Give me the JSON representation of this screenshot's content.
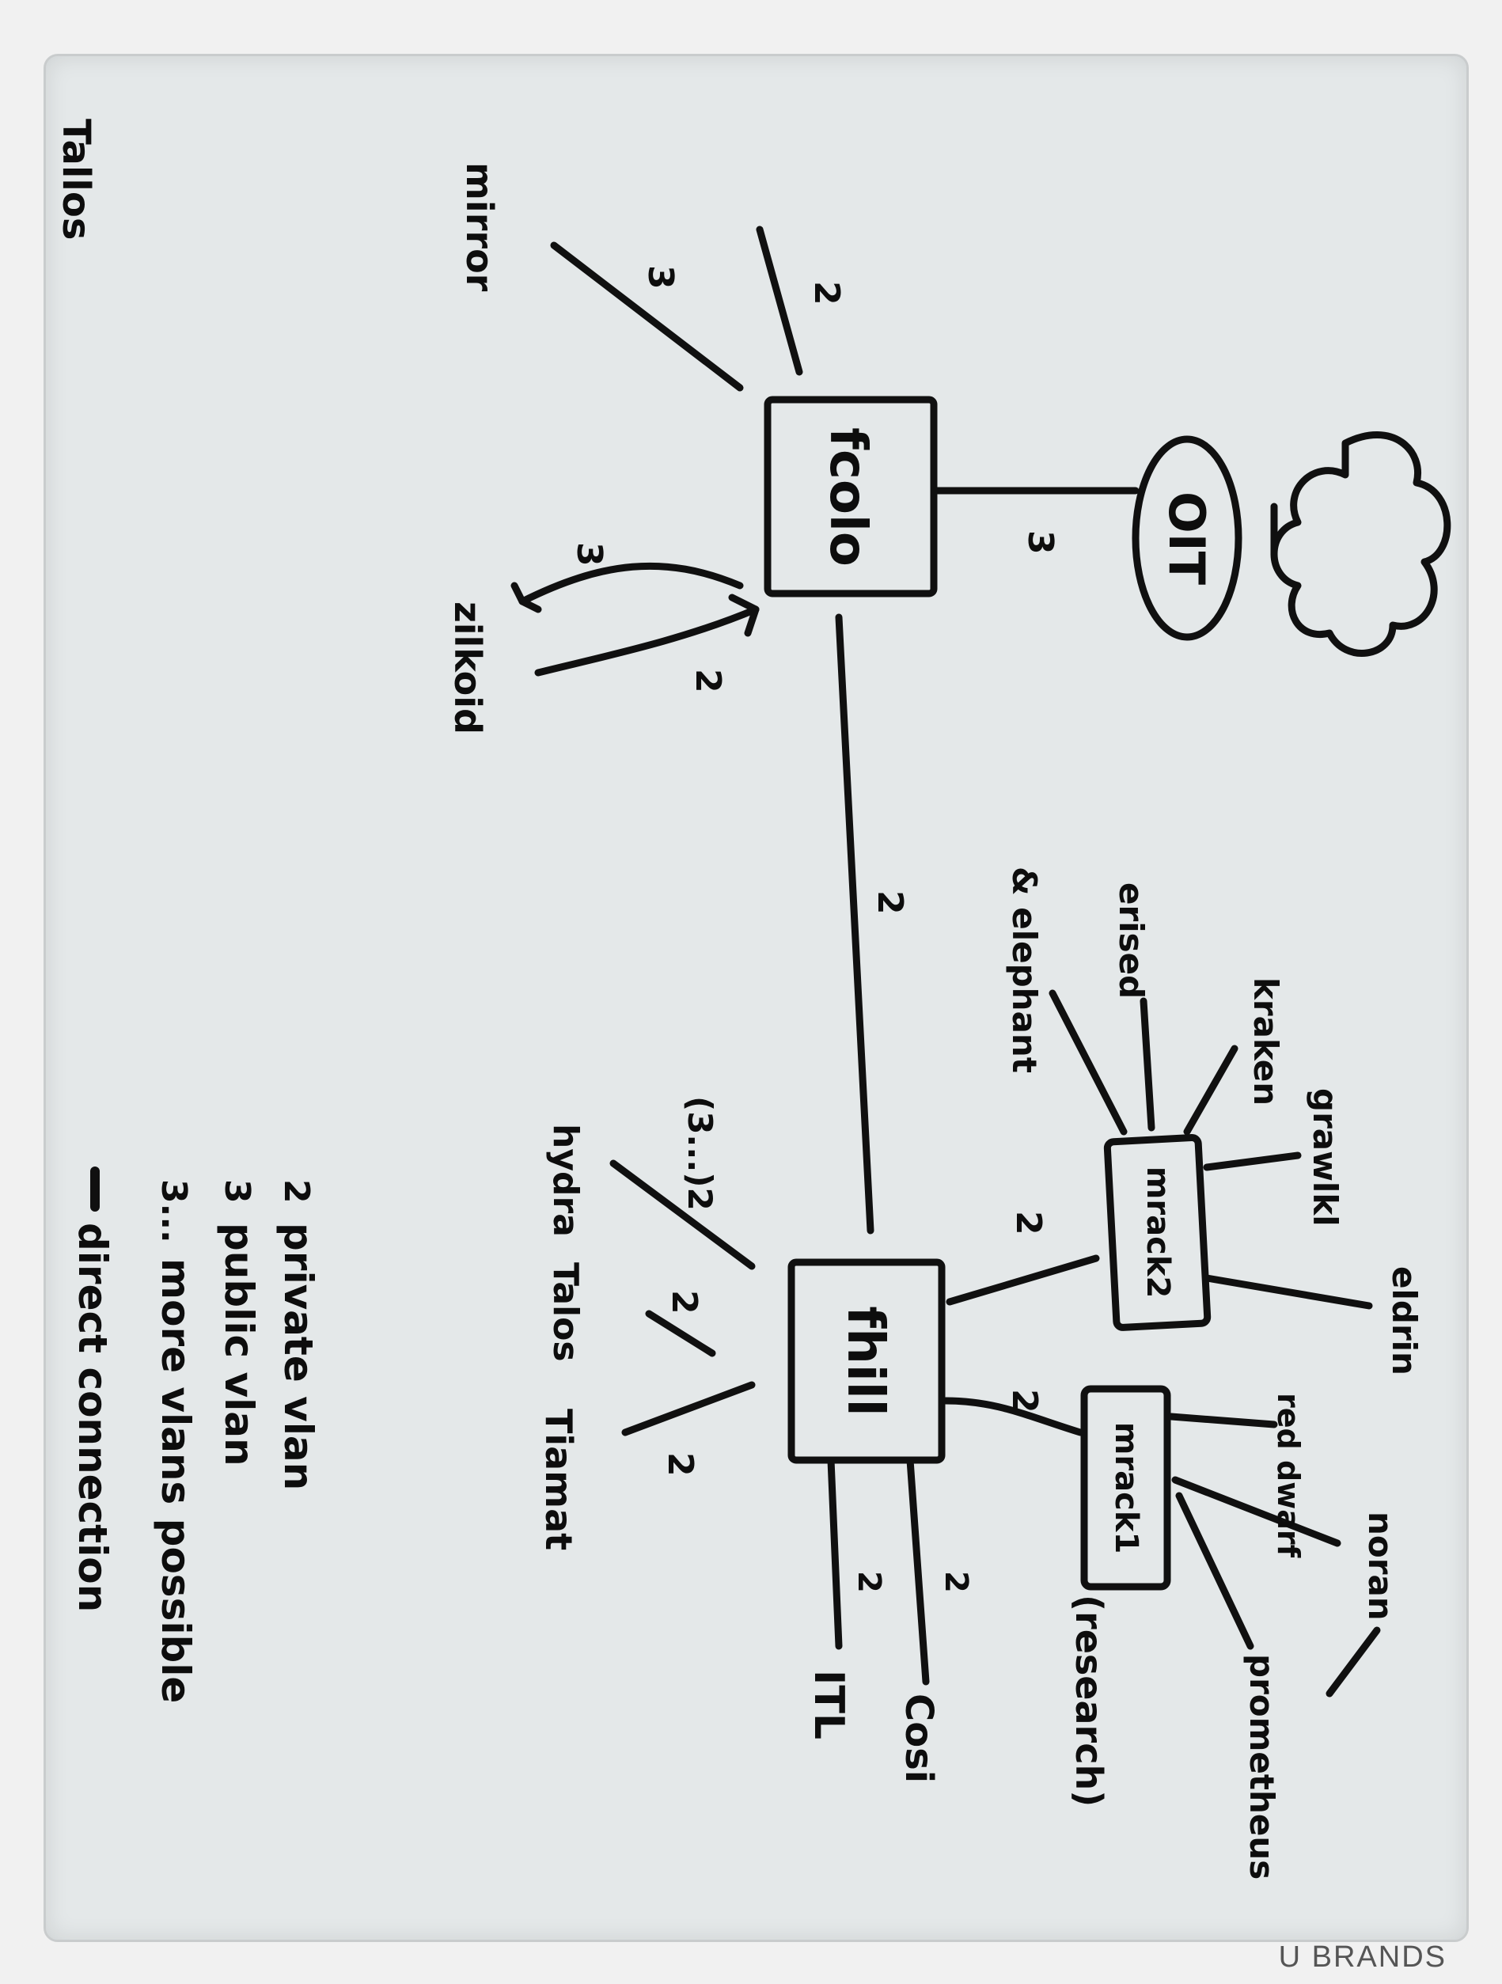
{
  "brand": "U BRANDS",
  "diagram": {
    "nodes": {
      "cloud": "",
      "oit": "OIT",
      "fcolo": "fcolo",
      "fhill": "fhill",
      "mrack2": "mrack2",
      "mrack1": "mrack1"
    },
    "labels": {
      "tallos": "Tallos",
      "mirror": "mirror",
      "zilkoid": "zilkoid",
      "erised": "erised",
      "elephant": "& elephant",
      "kraken": "kraken",
      "grawlkl": "grawlkl",
      "eldrin": "eldrin",
      "red_dwarf": "red dwarf",
      "noran": "noran",
      "prometheus": "prometheus",
      "research": "(research)",
      "cosi": "Cosi",
      "itl": "ITL",
      "tiamat": "Tiamat",
      "talos": "Talos",
      "hydra": "hydra",
      "hydra_vlan": "(3...)2"
    },
    "edge_numbers": {
      "oit_fcolo": "3",
      "fcolo_tallos": "2",
      "fcolo_mirror": "3",
      "fcolo_zilkoid_top": "3",
      "fcolo_zilkoid_bottom": "2",
      "fcolo_fhill": "2",
      "fhill_mrack2": "2",
      "fhill_mrack1": "2",
      "fhill_cosi": "2",
      "fhill_itl": "2",
      "fhill_talos": "2",
      "fhill_tiamat": "2"
    },
    "legend": [
      {
        "symbol": "2",
        "text": "private vlan"
      },
      {
        "symbol": "3",
        "text": "public vlan"
      },
      {
        "symbol": "3...",
        "text": "more vlans possible"
      },
      {
        "symbol": "—",
        "text": "direct connection"
      }
    ]
  }
}
